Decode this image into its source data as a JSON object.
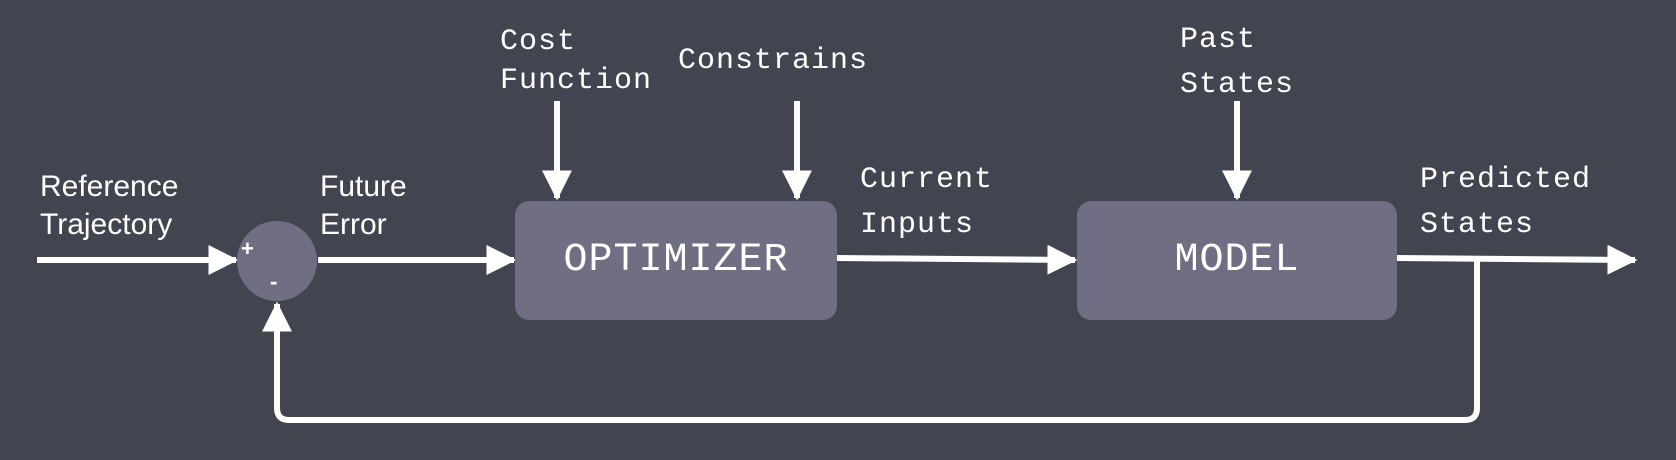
{
  "diagram": {
    "colors": {
      "background": "#424550",
      "block_fill": "#6f6e82",
      "stroke": "#ffffff",
      "text": "#ffffff"
    },
    "blocks": {
      "optimizer": "OPTIMIZER",
      "model": "MODEL"
    },
    "summing_junction": {
      "plus": "+",
      "minus": "-"
    },
    "labels": {
      "reference_line1": "Reference",
      "reference_line2": "Trajectory",
      "future_error_line1": "Future",
      "future_error_line2": "Error",
      "cost_function_line1": "Cost",
      "cost_function_line2": "Function",
      "constrains": "Constrains",
      "current_inputs_line1": "Current",
      "current_inputs_line2": "Inputs",
      "past_states_line1": "Past",
      "past_states_line2": "States",
      "predicted_states_line1": "Predicted",
      "predicted_states_line2": "States"
    }
  }
}
